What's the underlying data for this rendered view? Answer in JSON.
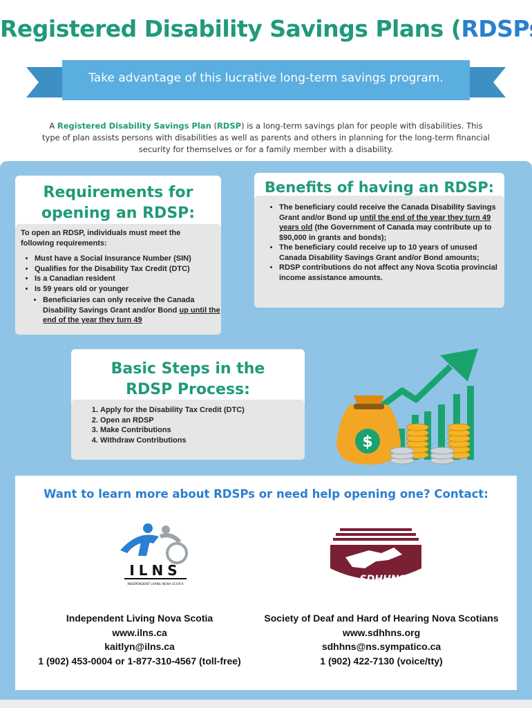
{
  "title": {
    "main": "Registered Disability Savings Plans (",
    "accent": "RDSPs",
    "close": ")"
  },
  "ribbon": {
    "text": "Take advantage of this lucrative long-term savings program."
  },
  "intro": {
    "prefix": "A ",
    "highlight1": "Registered Disability Savings Plan",
    "middle1": " (",
    "highlight2": "RDSP",
    "rest": ") is a long-term savings plan for people with disabilities. This type of plan assists persons with disabilities as well as parents and others in planning for the long-term financial security for themselves or for a family member with a disability."
  },
  "requirements": {
    "heading": "Requirements for opening an RDSP:",
    "intro": "To open an RDSP, individuals must meet the following requirements:",
    "items": [
      "Must have a Social Insurance Number (SIN)",
      "Qualifies for the Disability Tax Credit (DTC)",
      "Is a Canadian resident",
      "Is 59 years old or younger"
    ],
    "sub_prefix": "Beneficiaries can only receive the Canada Disability Savings Grant and/or Bond ",
    "sub_underline": "up until the end of the year they turn 49"
  },
  "benefits": {
    "heading": "Benefits of having an RDSP:",
    "item1_prefix": "The beneficiary could receive the Canada Disability Savings Grant and/or Bond up ",
    "item1_underline": "until the end of the year they turn 49 years old",
    "item1_suffix": " (the Government of Canada may contribute up to $90,000 in grants and bonds);",
    "item2": "The beneficiary could receive up to 10 years of unused Canada Disability Savings Grant and/or Bond amounts;",
    "item3": "RDSP contributions do not affect any Nova Scotia provincial income assistance amounts."
  },
  "steps": {
    "heading_line1": "Basic Steps in the",
    "heading_line2": "RDSP Process:",
    "items": [
      "Apply for the Disability Tax Credit (DTC)",
      "Open an RDSP",
      "Make Contributions",
      "Withdraw Contributions"
    ]
  },
  "contact": {
    "heading": "Want to learn more about RDSPs or need help opening one? Contact:",
    "org1": {
      "logo_text": "ILNS",
      "logo_subtext": "INDEPENDENT LIVING NOVA SCOTIA",
      "name": "Independent Living Nova Scotia",
      "web": "www.ilns.ca",
      "email": "kaitlyn@ilns.ca",
      "phone": "1 (902) 453-0004 or 1-877-310-4567 (toll-free)"
    },
    "org2": {
      "logo_text": "SDHHNS",
      "name": "Society of Deaf and Hard of Hearing Nova Scotians",
      "web": "www.sdhhns.org",
      "email": "sdhhns@ns.sympatico.ca",
      "phone": "1 (902) 422-7130 (voice/tty)"
    }
  },
  "graphic": {
    "symbol": "$",
    "icon": "money-bag-growth-icon"
  },
  "colors": {
    "green": "#1f9a7a",
    "blue": "#2a7fd0",
    "panel": "#8fc4e7",
    "ribbon": "#5aaee0",
    "maroon": "#7a2033"
  }
}
